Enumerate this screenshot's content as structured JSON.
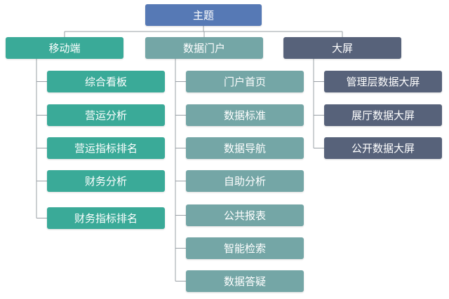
{
  "colors": {
    "root": "#5679b5",
    "mobile": "#3aaa98",
    "portal": "#74a6a6",
    "bigscreen": "#57627a",
    "connector": "#9aa0a6"
  },
  "root": {
    "label": "主题"
  },
  "branches": [
    {
      "key": "mobile",
      "label": "移动端",
      "children": [
        "综合看板",
        "营运分析",
        "营运指标排名",
        "财务分析",
        "财务指标排名"
      ]
    },
    {
      "key": "portal",
      "label": "数据门户",
      "children": [
        "门户首页",
        "数据标准",
        "数据导航",
        "自助分析",
        "公共报表",
        "智能检索",
        "数据答疑"
      ]
    },
    {
      "key": "bigscreen",
      "label": "大屏",
      "children": [
        "管理层数据大屏",
        "展厅数据大屏",
        "公开数据大屏"
      ]
    }
  ]
}
